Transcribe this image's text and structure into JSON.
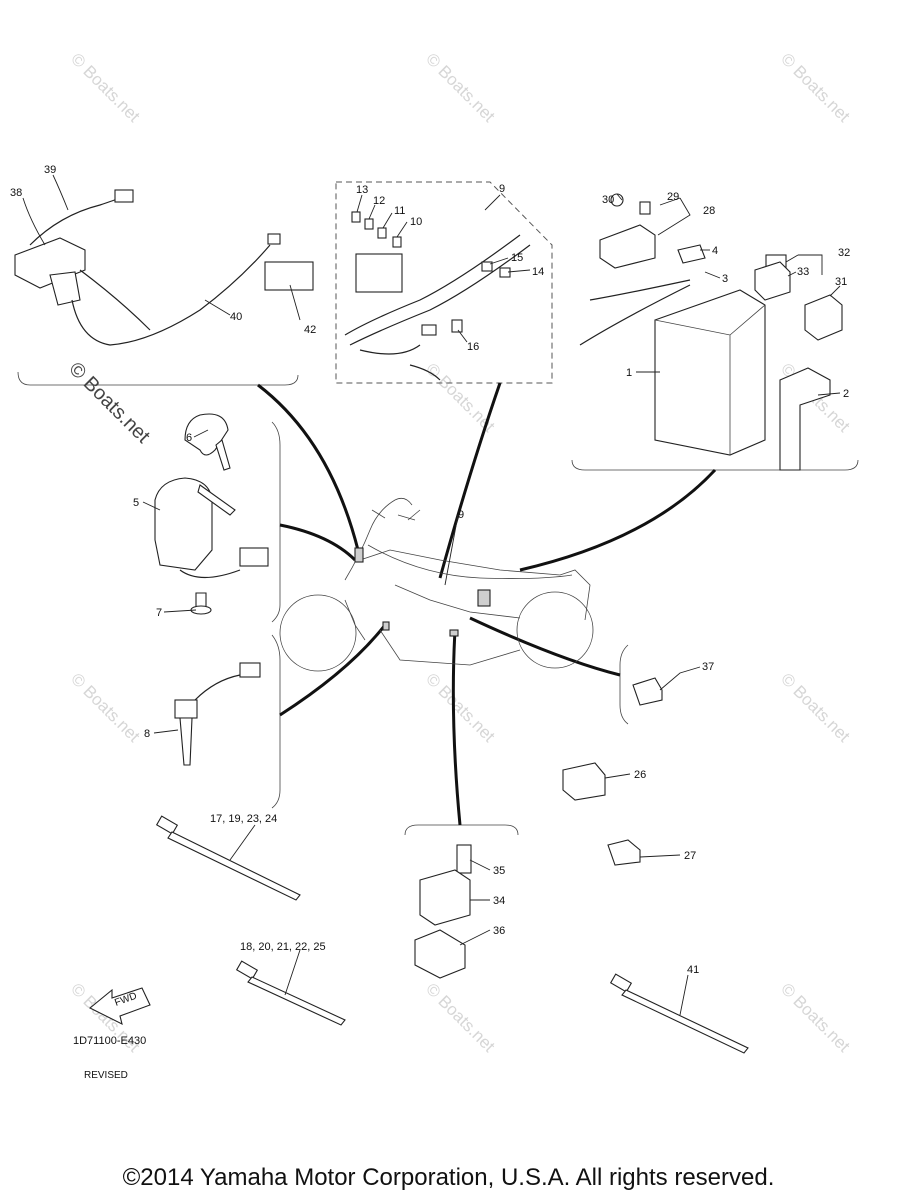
{
  "watermark": {
    "text": "© Boats.net",
    "strong_text": "© Boats.net"
  },
  "callouts": {
    "c1": "1",
    "c2": "2",
    "c3": "3",
    "c4": "4",
    "c5": "5",
    "c6": "6",
    "c7": "7",
    "c8": "8",
    "c9a": "9",
    "c9b": "9",
    "c10": "10",
    "c11": "11",
    "c12": "12",
    "c13": "13",
    "c14": "14",
    "c15": "15",
    "c16": "16",
    "c17": "17, 19, 23, 24",
    "c18": "18, 20, 21, 22, 25",
    "c26": "26",
    "c27": "27",
    "c28": "28",
    "c29": "29",
    "c30": "30",
    "c31": "31",
    "c32": "32",
    "c33": "33",
    "c34": "34",
    "c35": "35",
    "c36": "36",
    "c37": "37",
    "c38": "38",
    "c39": "39",
    "c40": "40",
    "c41": "41",
    "c42": "42"
  },
  "fwd_label": "FWD",
  "drawing_code": "1D71100-E430",
  "revision_label": "REVISED",
  "copyright": "©2014 Yamaha Motor Corporation, U.S.A. All rights reserved."
}
